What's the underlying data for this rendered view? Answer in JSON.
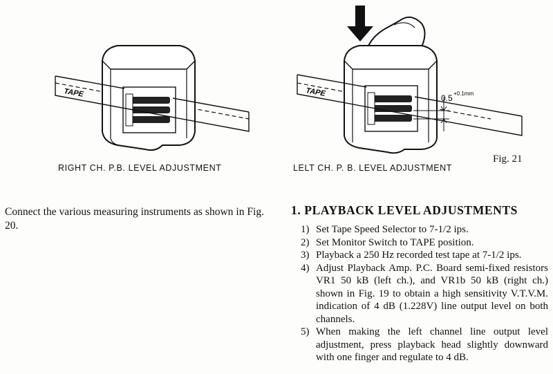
{
  "figures": {
    "right": {
      "caption": "RIGHT CH. P.B. LEVEL ADJUSTMENT",
      "tape_label": "TAPE"
    },
    "left": {
      "caption": "LELT CH. P. B. LEVEL ADJUSTMENT",
      "tape_label": "TAPE",
      "dimension": "0.5",
      "dimension_sup": "+0.1mm"
    },
    "fig_label": "Fig. 21"
  },
  "intro": "Connect the various measuring instruments as shown in Fig. 20.",
  "section": {
    "heading": "1. PLAYBACK LEVEL ADJUSTMENTS",
    "steps": [
      {
        "num": "1)",
        "text": "Set Tape Speed Selector to 7-1/2 ips."
      },
      {
        "num": "2)",
        "text": "Set Monitor Switch to TAPE position."
      },
      {
        "num": "3)",
        "text": "Playback a 250 Hz recorded test tape at 7-1/2 ips."
      },
      {
        "num": "4)",
        "text": "Adjust Playback Amp. P.C. Board semi-fixed resistors VR1 50 kB (left ch.), and VR1b 50 kB (right ch.) shown in Fig. 19 to obtain a high sensitivity V.T.V.M. indication of 4 dB (1.228V) line output level on both channels."
      },
      {
        "num": "5)",
        "text": "When making the left channel line output level adjustment, press playback head slightly downward with one finger and regulate to 4 dB."
      }
    ]
  }
}
